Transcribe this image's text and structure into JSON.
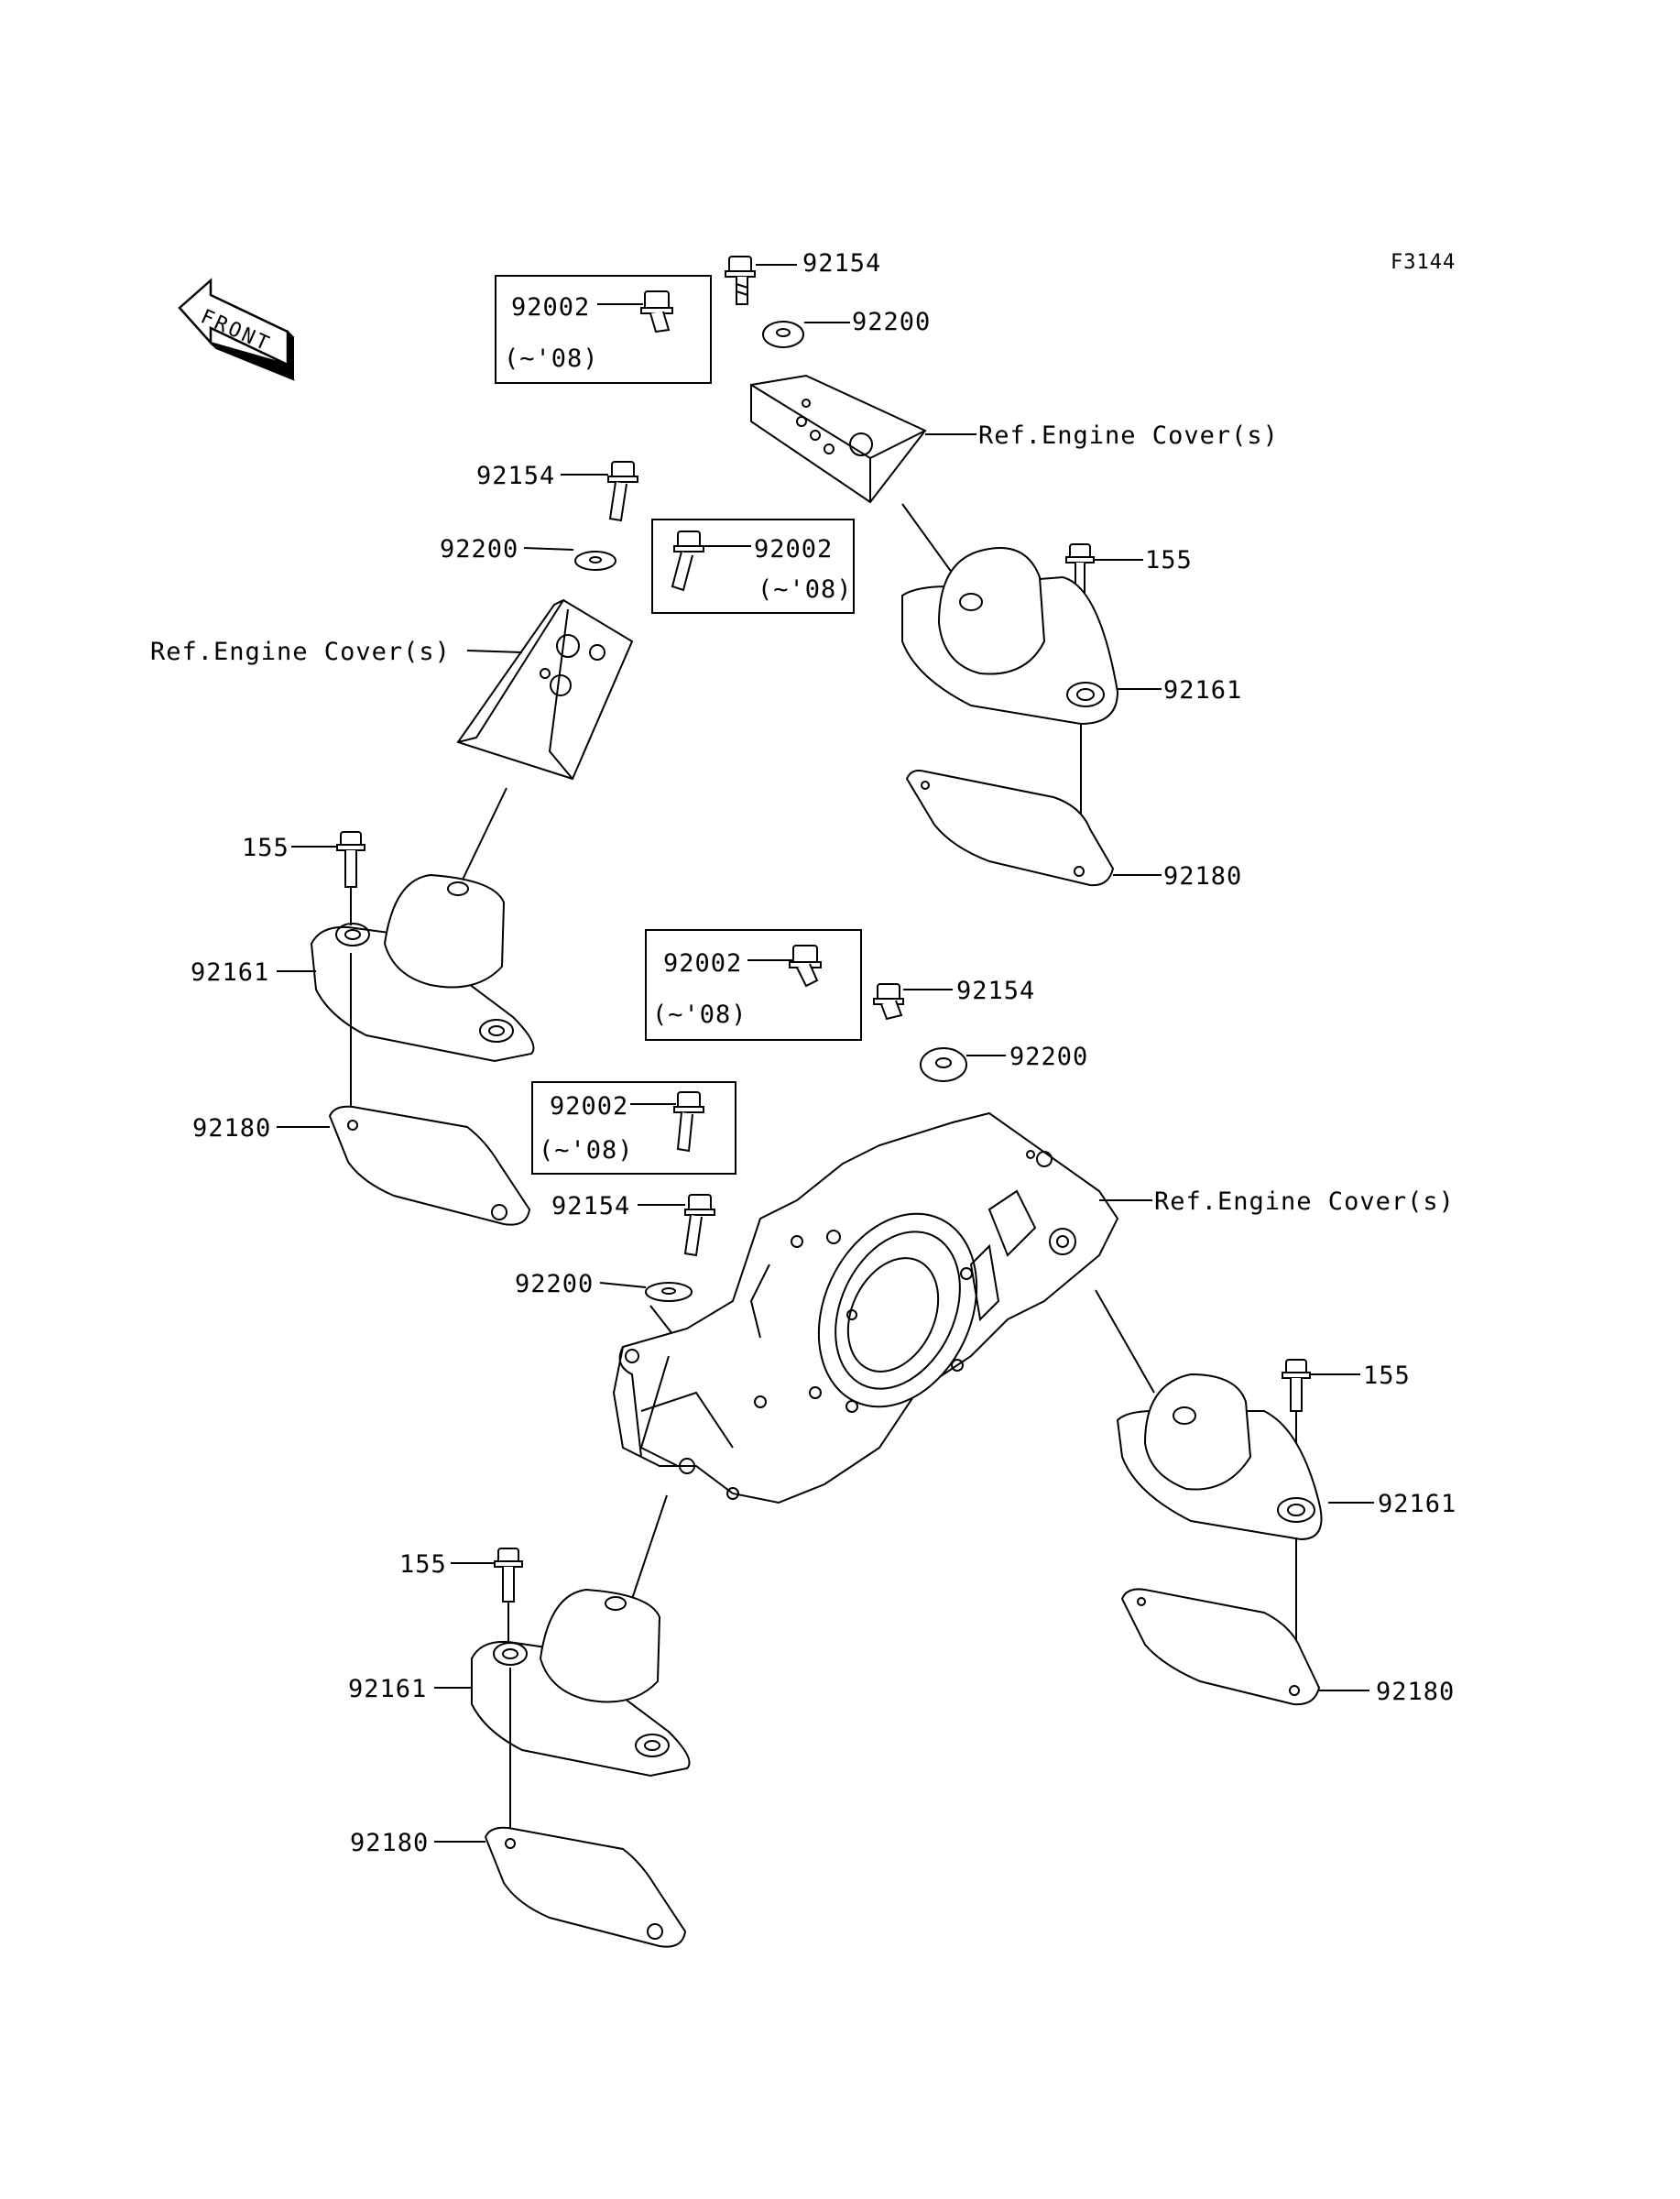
{
  "diagram_code": "F3144",
  "front_label": "FRONT",
  "ref_label": "Ref.Engine Cover(s)",
  "parts": {
    "bolt_155": "155",
    "bolt_92154": "92154",
    "collar_92200": "92200",
    "bolt_92002": "92002",
    "mount_92161": "92161",
    "plate_92180": "92180"
  },
  "note_08": "(~'08)"
}
